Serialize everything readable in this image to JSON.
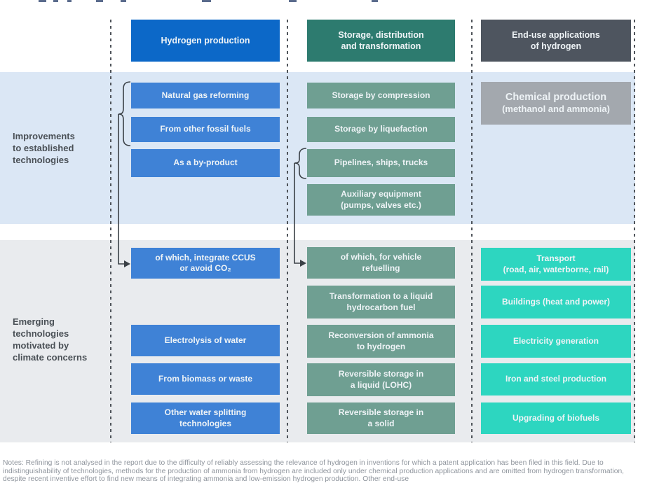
{
  "header": {
    "production": "Hydrogen production",
    "storage": "Storage, distribution\nand transformation",
    "enduse": "End-use applications\nof hydrogen"
  },
  "row_groups": {
    "established": "Improvements\nto established\ntechnologies",
    "emerging": "Emerging\ntechnologies\nmotivated by\nclimate concerns"
  },
  "columns": {
    "production": {
      "established": [
        "Natural gas reforming",
        "From other fossil fuels",
        "As a by-product"
      ],
      "emerging": [
        "of which, integrate CCUS\nor avoid CO₂",
        "Electrolysis of water",
        "From biomass or waste",
        "Other water splitting\ntechnologies"
      ]
    },
    "storage": {
      "established": [
        "Storage by compression",
        "Storage by liquefaction",
        "Pipelines, ships, trucks",
        "Auxiliary equipment\n(pumps, valves etc.)"
      ],
      "emerging": [
        "of which, for vehicle\nrefuelling",
        "Transformation to a liquid\nhydrocarbon fuel",
        "Reconversion of ammonia\nto hydrogen",
        "Reversible storage in\na liquid (LOHC)",
        "Reversible storage in\na solid"
      ]
    },
    "enduse": {
      "established": [
        {
          "title": "Chemical production",
          "subtitle": "(methanol and ammonia)"
        }
      ],
      "emerging": [
        "Transport\n(road, air, waterborne, rail)",
        "Buildings (heat and power)",
        "Electricity generation",
        "Iron and steel production",
        "Upgrading of biofuels"
      ]
    }
  },
  "notes": "Notes: Refining is not analysed in the report due to the difficulty of reliably assessing the relevance of hydrogen in inventions for which a patent application has been filed in this field. Due to indistinguishability of technologies, methods for the production of ammonia from hydrogen are included only under chemical production applications and are omitted from hydrogen transformation, despite recent inventive effort to find new means of integrating ammonia and low-emission hydrogen production. Other end-use",
  "colors": {
    "header_blue": "#0c68c8",
    "box_blue": "#3f82d6",
    "header_teal": "#2d7b6f",
    "box_sage": "#6f9f92",
    "header_dark_gray": "#4e555f",
    "box_gray": "#a3a8ae",
    "box_turquoise": "#2dd6c0",
    "band_established_bg": "#dbe7f5",
    "band_emerging_bg": "#e9ebee"
  }
}
